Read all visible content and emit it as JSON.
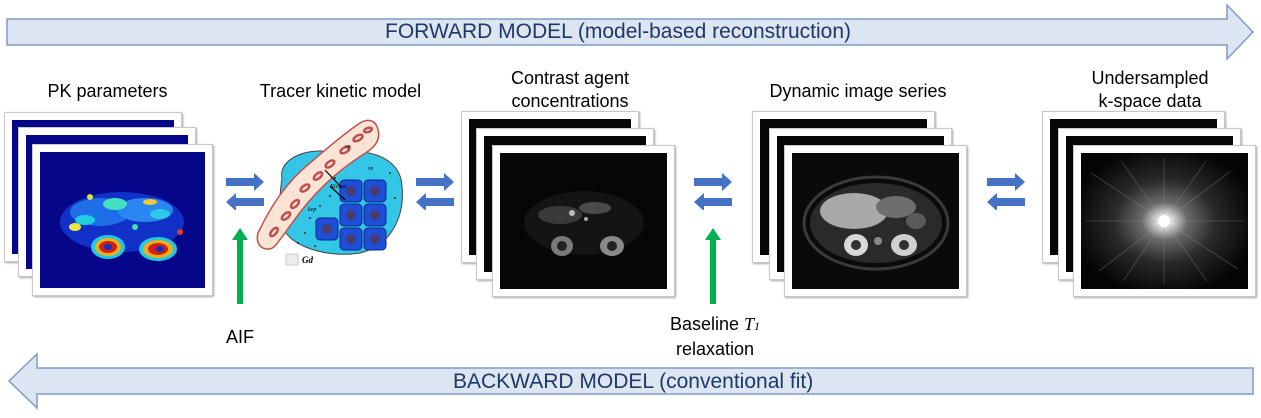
{
  "forward_banner": {
    "text": "FORWARD MODEL (model-based reconstruction)"
  },
  "backward_banner": {
    "text": "BACKWARD MODEL (conventional fit)"
  },
  "stages": {
    "pk": {
      "label": "PK parameters"
    },
    "tracer": {
      "label": "Tracer kinetic model",
      "gd_label": "Gd",
      "ktrans_label": "Ktrans",
      "kep_label": "kep",
      "ve_label": "ve",
      "vp_label": "vp"
    },
    "contrast": {
      "label_line1": "Contrast agent",
      "label_line2": "concentrations"
    },
    "dynamic": {
      "label": "Dynamic image series"
    },
    "kspace": {
      "label_line1": "Undersampled",
      "label_line2": "k-space data"
    }
  },
  "inputs": {
    "aif": {
      "label": "AIF"
    },
    "baseline": {
      "label_line1": "Baseline",
      "label_T": "T",
      "label_sub": "1",
      "label_line2": "relaxation"
    }
  },
  "colors": {
    "banner_fill": "#dce6f2",
    "banner_stroke": "#7f9cc4",
    "banner_text": "#1f3864",
    "arrow_blue": "#4472c4",
    "arrow_green": "#00b050"
  }
}
